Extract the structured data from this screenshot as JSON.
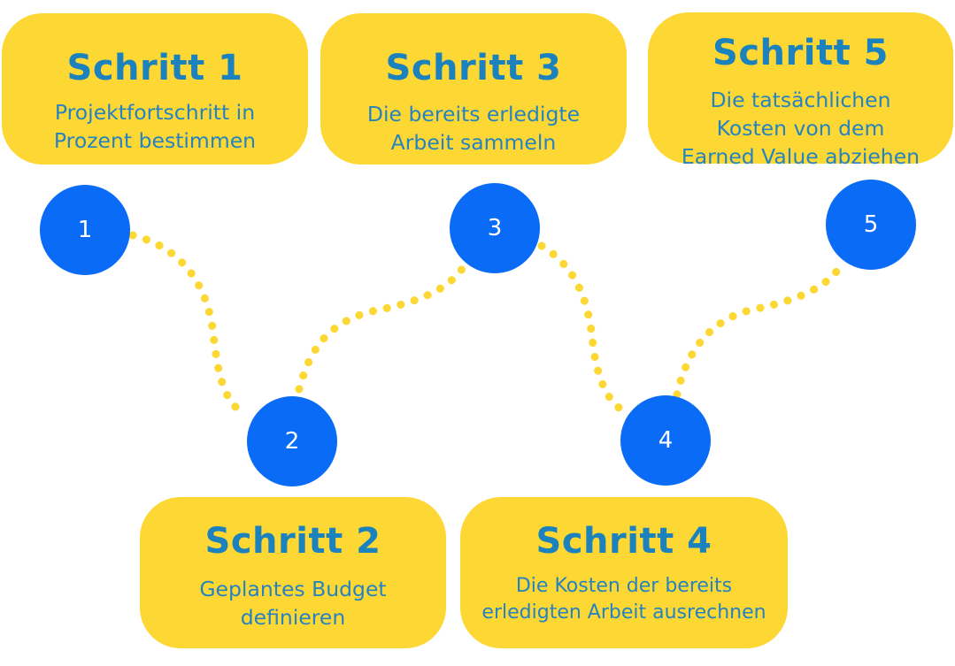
{
  "steps": [
    {
      "title": "Schritt 1",
      "lines": [
        "Projektfortschritt in",
        "Prozent bestimmen"
      ]
    },
    {
      "title": "Schritt 2",
      "lines": [
        "Geplantes Budget",
        "definieren"
      ]
    },
    {
      "title": "Schritt 3",
      "lines": [
        "Die bereits erledigte",
        "Arbeit sammeln"
      ]
    },
    {
      "title": "Schritt 4",
      "lines": [
        "Die Kosten der bereits",
        "erledigten Arbeit ausrechnen"
      ]
    },
    {
      "title": "Schritt 5",
      "lines": [
        "Die tatsächlichen",
        "Kosten von dem",
        "Earned Value abziehen"
      ]
    }
  ],
  "nodes": [
    "1",
    "2",
    "3",
    "4",
    "5"
  ],
  "colors": {
    "box": "#fdd733",
    "node": "#0a6cf6",
    "text": "#1b82bd",
    "dots": "#fdd733"
  }
}
